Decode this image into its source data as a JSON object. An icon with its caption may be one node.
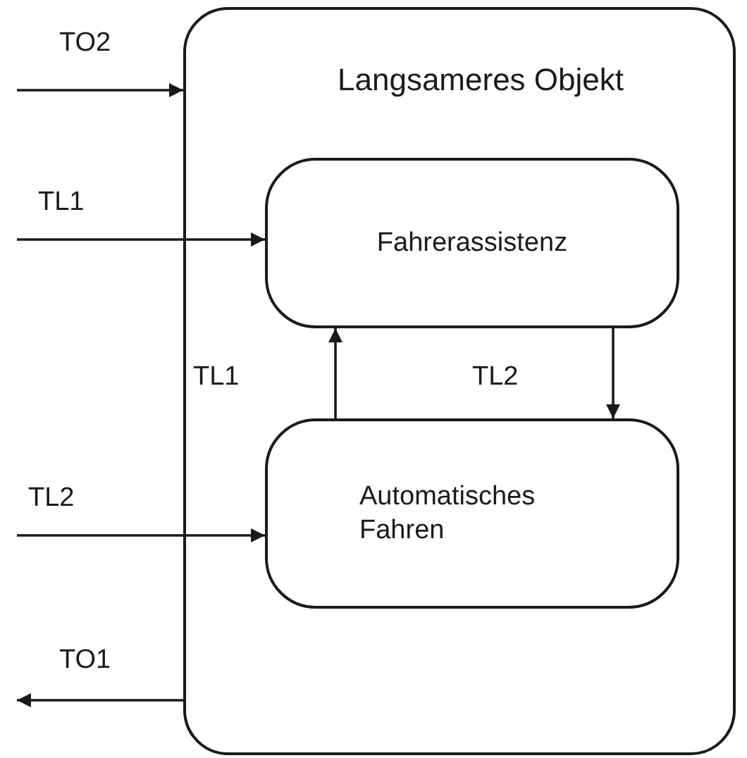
{
  "diagram": {
    "nodes": [
      {
        "text": [
          "Langsameres Objekt"
        ]
      },
      {
        "text": [
          "Fahrerassistenz"
        ],
        "in": 0
      },
      {
        "text": [
          "Automatisches Fahren"
        ],
        "in": 0
      }
    ],
    "edges": [
      {
        "from": null,
        "to": 0,
        "arrow": "to",
        "label": "TO2"
      },
      {
        "from": null,
        "to": 1,
        "arrow": "to",
        "label": "TL1"
      },
      {
        "from": null,
        "to": 2,
        "arrow": "to",
        "label": "TL2"
      },
      {
        "from": 0,
        "to": null,
        "arrow": "to",
        "label": "TO1"
      },
      {
        "from": 2,
        "to": 1,
        "arrow": "to",
        "label": "TL1"
      },
      {
        "from": 1,
        "to": 2,
        "arrow": "to",
        "label": "TL2"
      }
    ]
  }
}
